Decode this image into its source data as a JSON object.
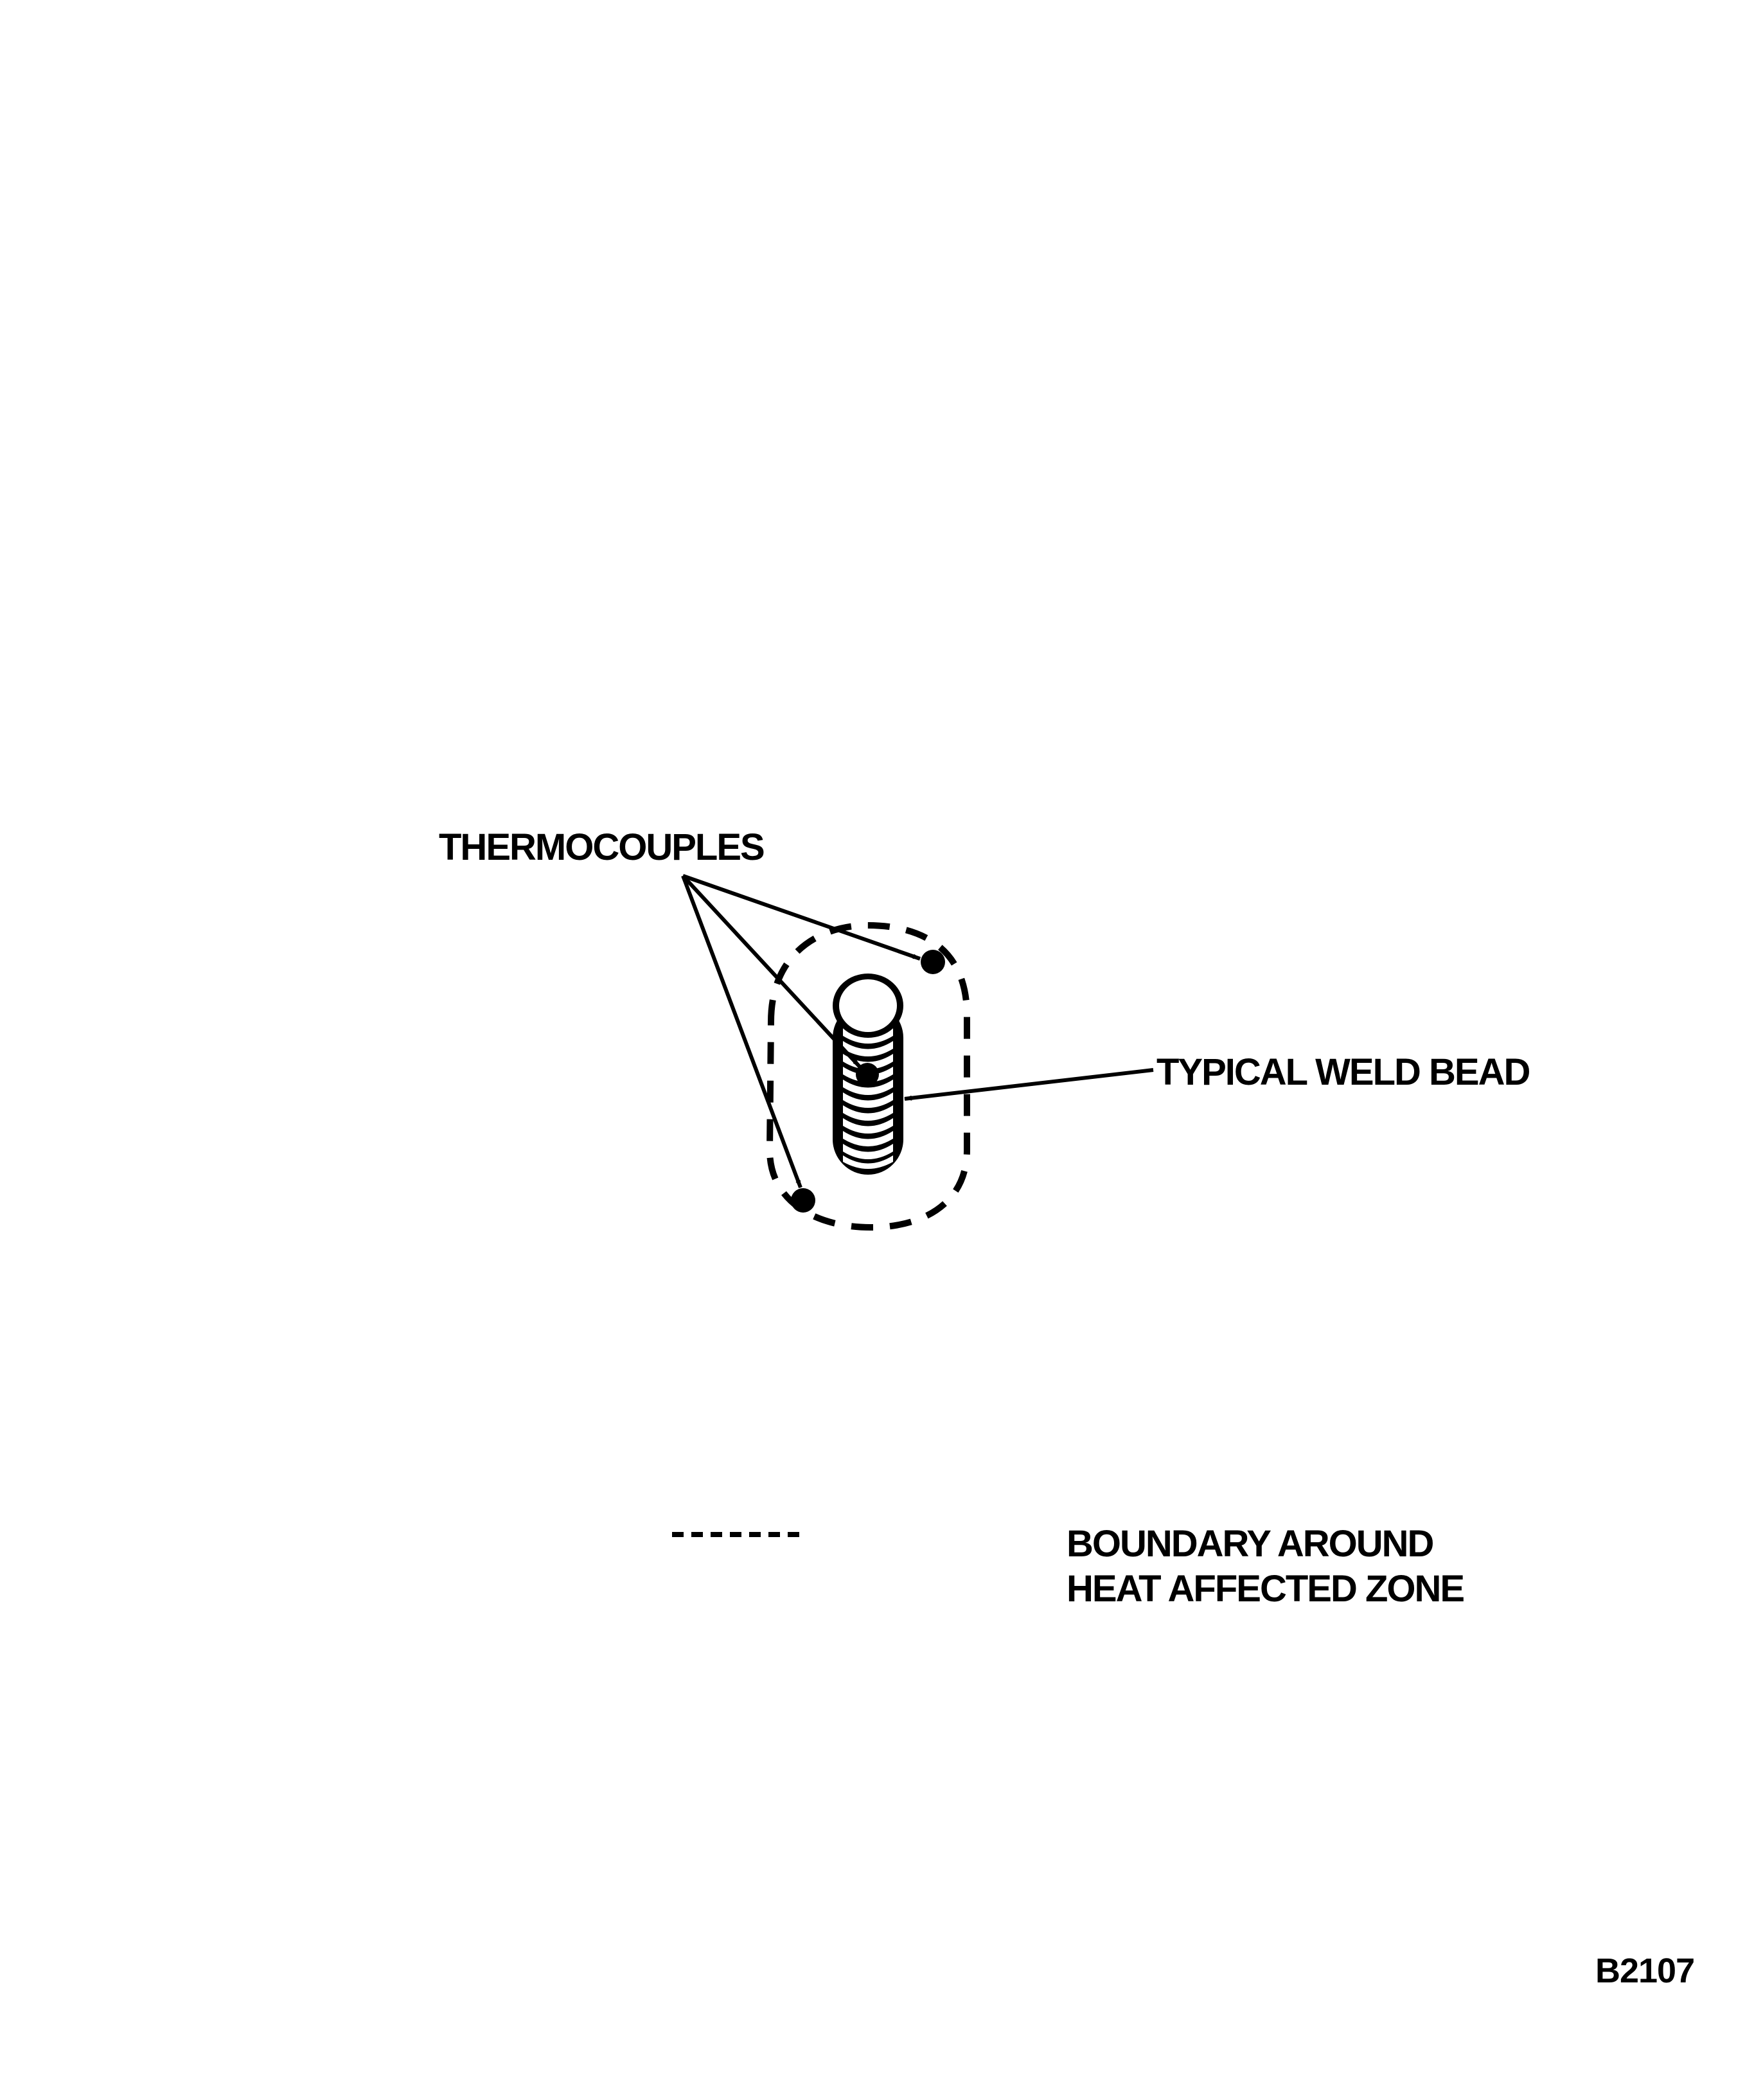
{
  "figure": {
    "id": "B2107",
    "background_color": "#ffffff",
    "ink_color": "#000000"
  },
  "labels": {
    "thermocouples": "THERMOCOUPLES",
    "weld_bead": "TYPICAL WELD BEAD",
    "legend": {
      "line1": "BOUNDARY AROUND",
      "line2": "HEAT AFFECTED ZONE",
      "symbol": "dashed-line"
    }
  },
  "elements": {
    "thermocouple_count": 3,
    "weld_bead_rings": 12
  }
}
